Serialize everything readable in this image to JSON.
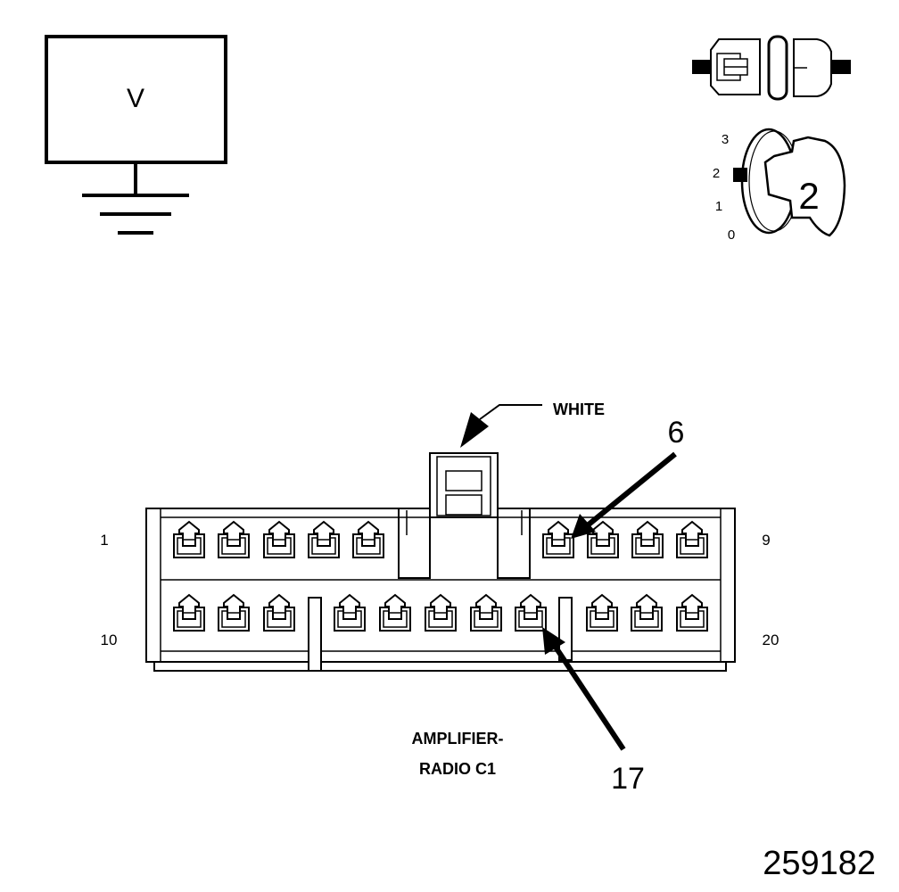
{
  "voltmeter": {
    "symbol": "V"
  },
  "ignition": {
    "positions": [
      "3",
      "2",
      "1",
      "0"
    ],
    "selected_position": "2",
    "key_label": "2"
  },
  "connector": {
    "housing_color_label": "WHITE",
    "left_top_pin": "1",
    "left_bottom_pin": "10",
    "right_top_pin": "9",
    "right_bottom_pin": "20",
    "callout_top_pin": "6",
    "callout_bottom_pin": "17",
    "name_line1": "AMPLIFIER-",
    "name_line2": "RADIO C1"
  },
  "figure_id": "259182"
}
